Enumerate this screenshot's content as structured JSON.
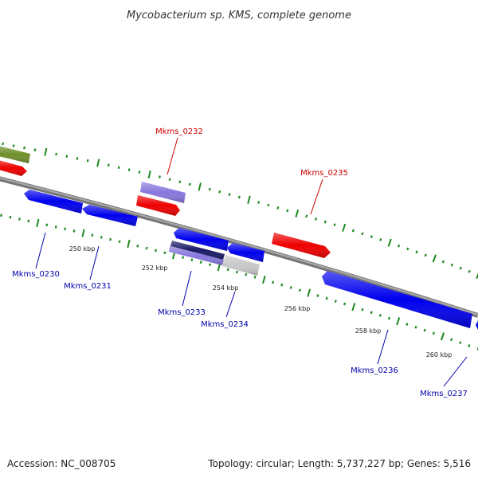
{
  "title": "Mycobacterium sp. KMS, complete genome",
  "footer": {
    "accession": "Accession: NC_008705",
    "topology": "Topology: circular; Length: 5,737,227 bp; Genes: 5,516"
  },
  "colors": {
    "forward_gene": "#ee0000",
    "reverse_gene": "#0000ee",
    "rna_gene": "#8877dd",
    "dark_gene": "#1a1a66",
    "pseudo_gene": "#c8c8c8",
    "other_feature": "#6f8f2a",
    "backbone": "#888888",
    "tick": "#1f8a1f",
    "forward_label": "#cc0000",
    "reverse_label": "#0000aa"
  },
  "scale": {
    "tick_labels": [
      "250 kbp",
      "252 kbp",
      "254 kbp",
      "256 kbp",
      "258 kbp",
      "260 kbp"
    ]
  },
  "genes": [
    {
      "label": "Mkms_0232",
      "strand": "forward"
    },
    {
      "label": "Mkms_0235",
      "strand": "forward"
    },
    {
      "label": "Mkms_0230",
      "strand": "reverse"
    },
    {
      "label": "Mkms_0231",
      "strand": "reverse"
    },
    {
      "label": "Mkms_0233",
      "strand": "reverse"
    },
    {
      "label": "Mkms_0234",
      "strand": "reverse"
    },
    {
      "label": "Mkms_0236",
      "strand": "reverse"
    },
    {
      "label": "Mkms_0237",
      "strand": "reverse"
    }
  ]
}
